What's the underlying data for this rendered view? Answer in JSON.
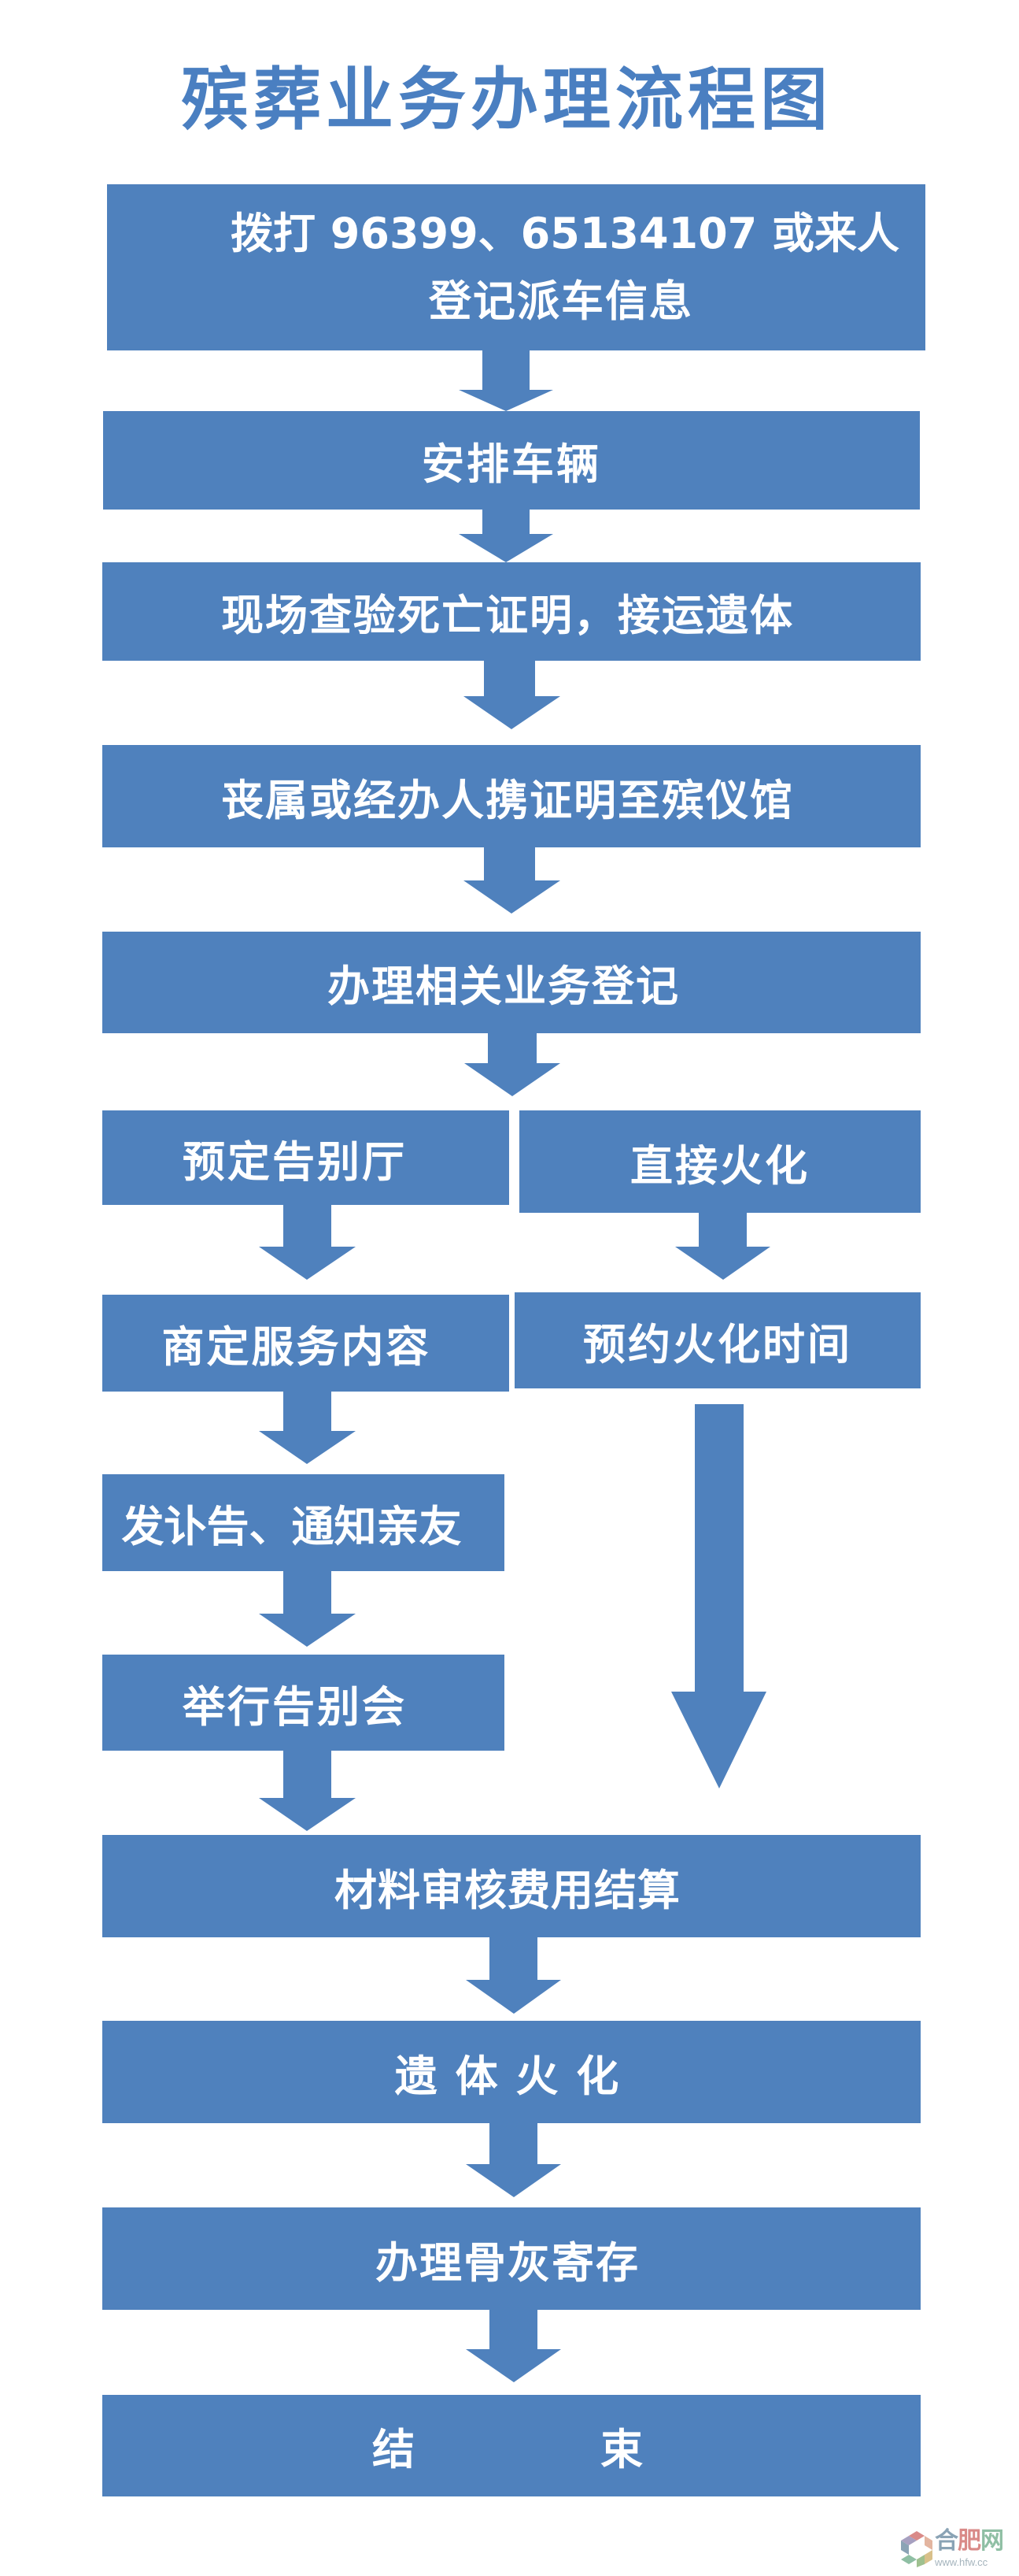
{
  "title": "殡葬业务办理流程图",
  "colors": {
    "box_fill": "#4f81bd",
    "box_text": "#ffffff",
    "title_text": "#4a7fc1",
    "background": "#ffffff"
  },
  "steps": {
    "dispatch_registration": {
      "line1": "拨打 96399、65134107 或来人",
      "line2": "登记派车信息"
    },
    "arrange_vehicle": "安排车辆",
    "verify_and_transport": "现场查验死亡证明，接运遗体",
    "family_bring_certificate": "丧属或经办人携证明至殡仪馆",
    "business_registration": "办理相关业务登记",
    "farewell_branch": {
      "book_hall": "预定告别厅",
      "discuss_services": "商定服务内容",
      "notify_relatives": "发讣告、通知亲友",
      "hold_farewell": "举行告别会"
    },
    "direct_cremation_branch": {
      "direct_cremation": "直接火化",
      "book_cremation_time": "预约火化时间"
    },
    "review_and_settlement": "材料审核费用结算",
    "cremation": "遗 体 火 化",
    "ash_storage": "办理骨灰寄存",
    "end": {
      "char1": "结",
      "char2": "束"
    }
  },
  "watermark": {
    "name_part1": "合",
    "name_part2": "肥",
    "name_part3": "网",
    "url": "www.hfw.cc"
  }
}
